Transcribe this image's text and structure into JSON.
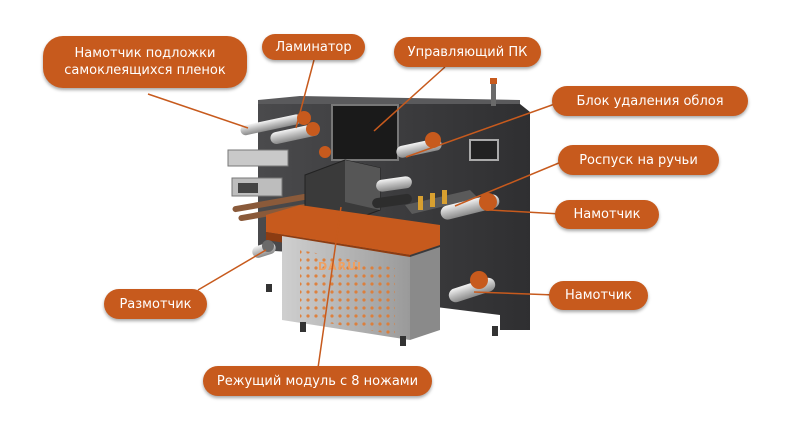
{
  "machine": {
    "brand": "DARUI"
  },
  "callouts": {
    "liner_rewinder": {
      "line1": "Намотчик подложки",
      "line2": "самоклеящихся пленок"
    },
    "laminator": "Ламинатор",
    "control_pc": "Управляющий ПК",
    "waste_removal": "Блок удаления облоя",
    "slitting": "Роспуск на ручьи",
    "rewinder_1": "Намотчик",
    "unwinder": "Размотчик",
    "rewinder_2": "Намотчик",
    "cutting_module": "Режущий модуль с 8 ножами"
  },
  "colors": {
    "accent": "#c75a1d",
    "machine_body": "#3b3b3d",
    "machine_panel": "#2a2a2c",
    "rollers": "#d8d8d8"
  }
}
